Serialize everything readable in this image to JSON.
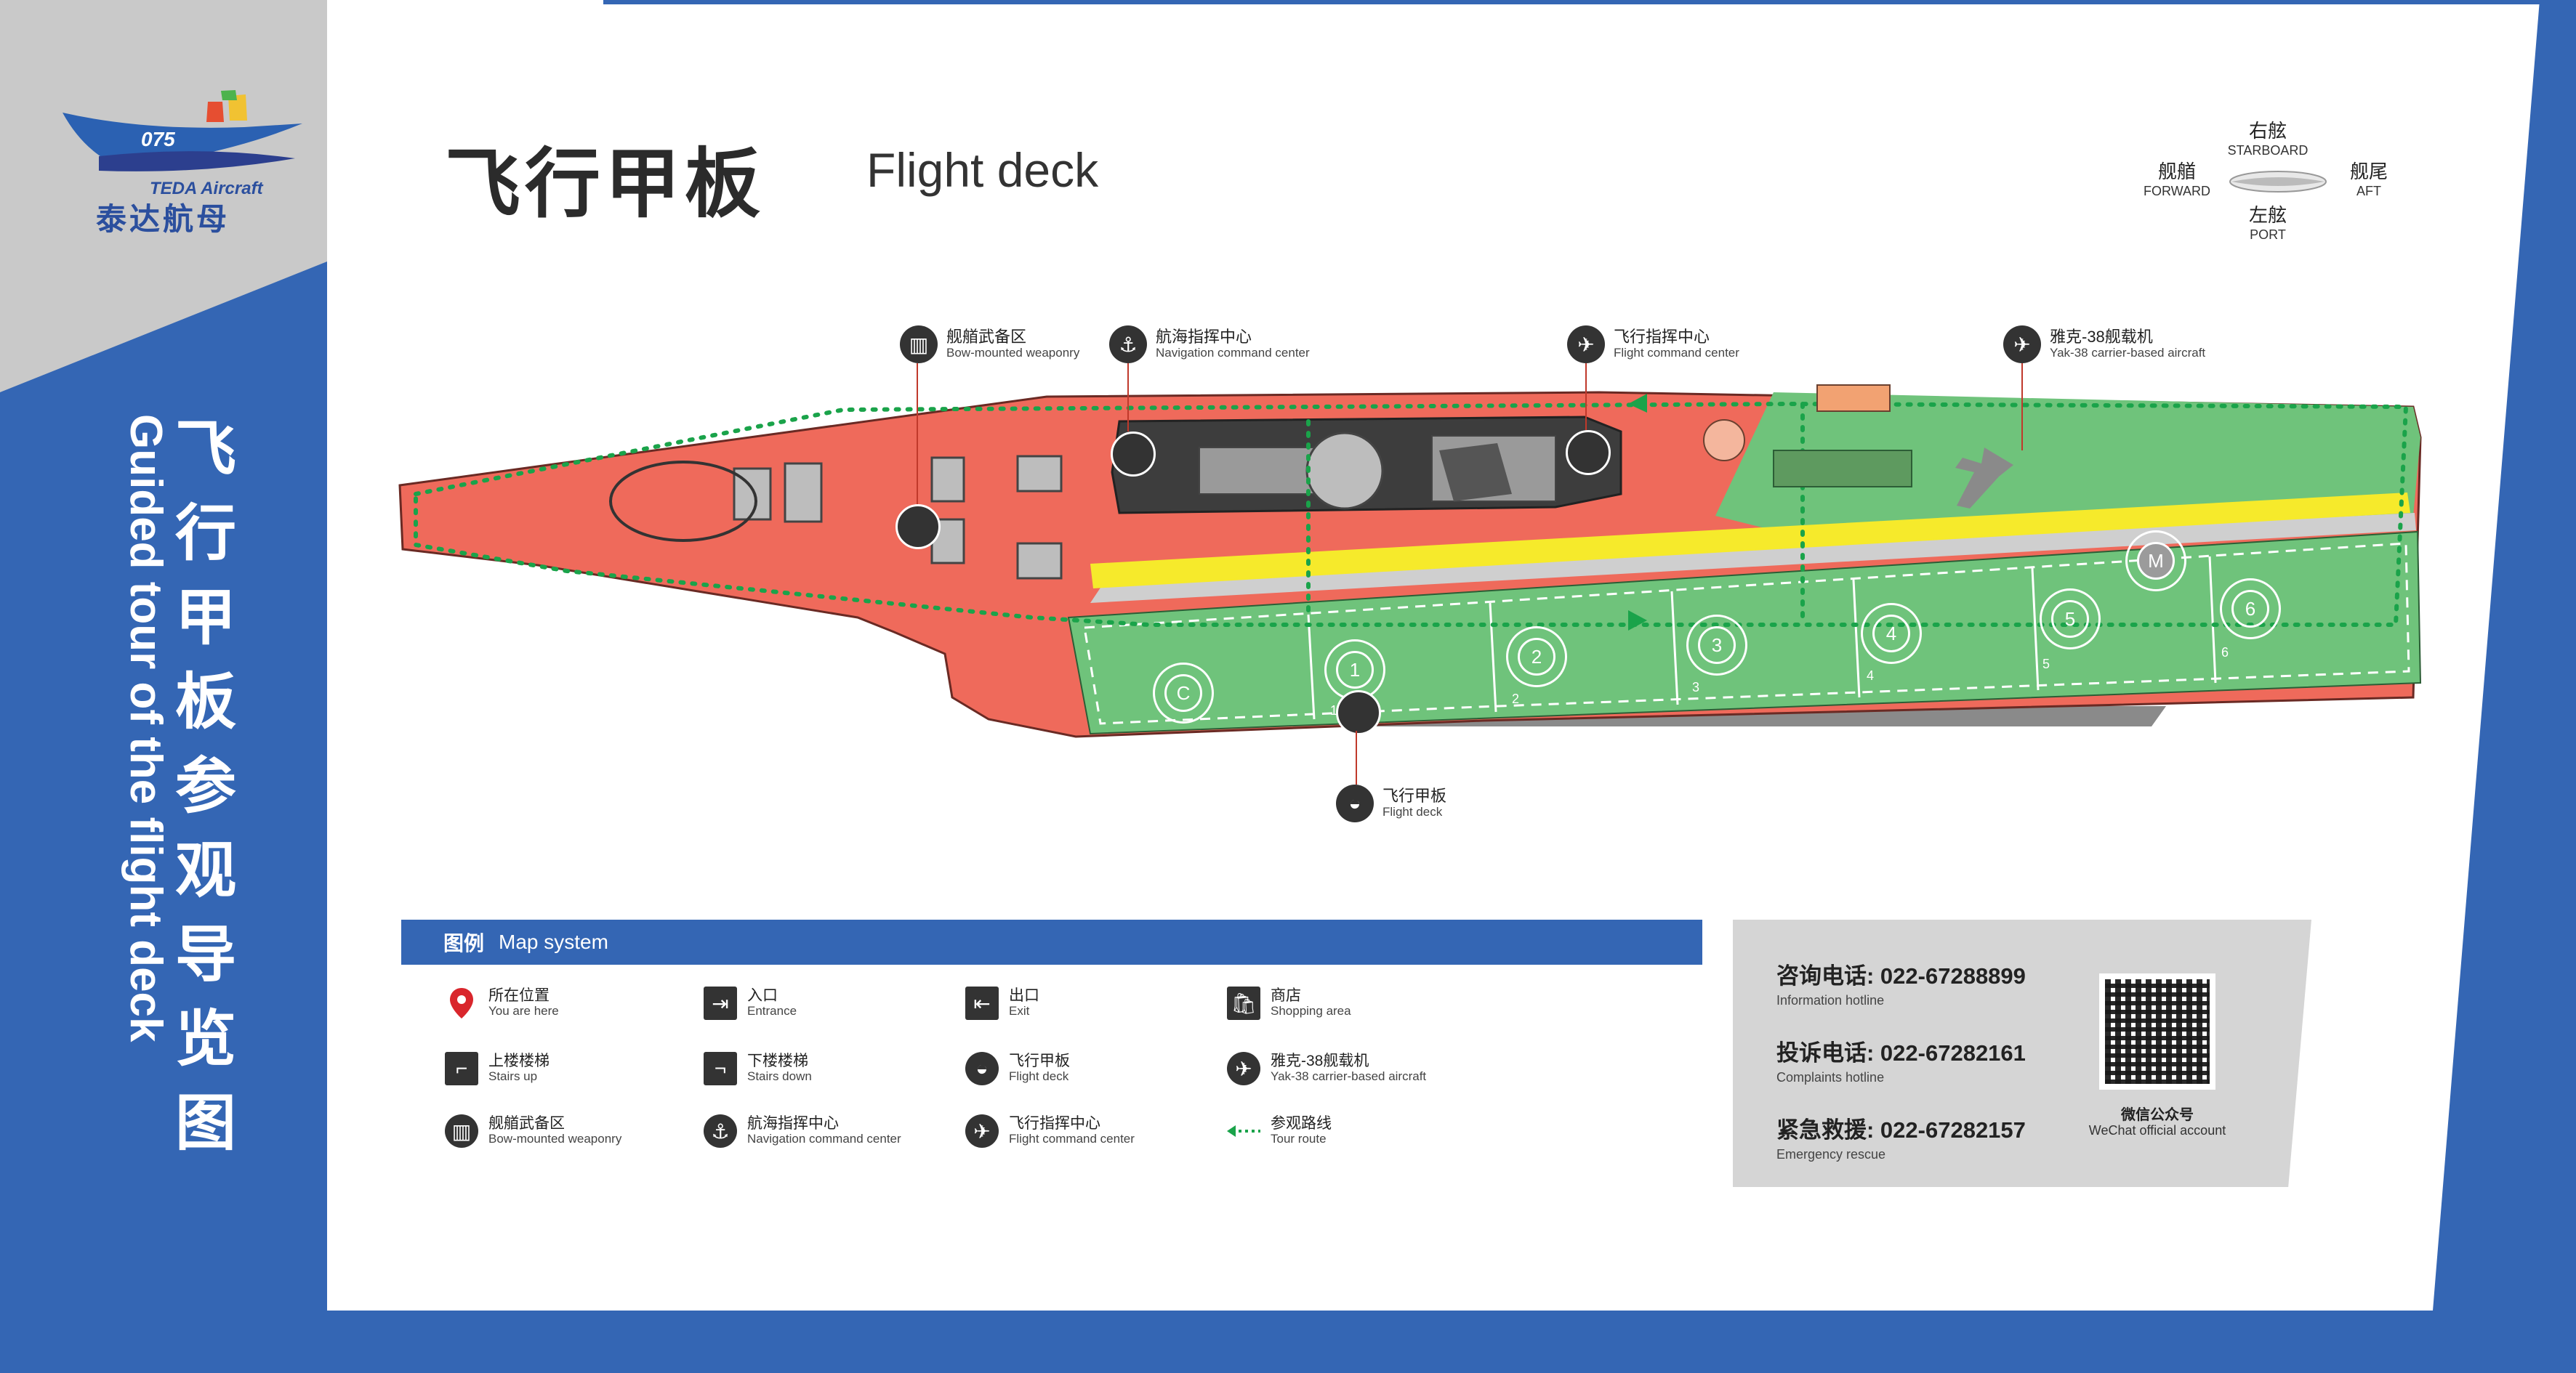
{
  "brand": {
    "number": "075",
    "name_en": "TEDA Aircraft",
    "name_zh": "泰达航母"
  },
  "header": {
    "title_zh": "飞行甲板",
    "title_en": "Flight deck"
  },
  "side_banner": {
    "title_zh": [
      "飞",
      "行",
      "甲",
      "板",
      "参",
      "观",
      "导",
      "览",
      "图"
    ],
    "title_en": "Guided tour of the flight deck"
  },
  "compass": {
    "starboard_zh": "右舷",
    "starboard_en": "STARBOARD",
    "port_zh": "左舷",
    "port_en": "PORT",
    "forward_zh": "舰艏",
    "forward_en": "FORWARD",
    "aft_zh": "舰尾",
    "aft_en": "AFT"
  },
  "callouts": {
    "weaponry": {
      "zh": "舰艏武备区",
      "en": "Bow-mounted weaponry"
    },
    "navigation": {
      "zh": "航海指挥中心",
      "en": "Navigation command center"
    },
    "flight_command": {
      "zh": "飞行指挥中心",
      "en": "Flight command center"
    },
    "yak38": {
      "zh": "雅克-38舰载机",
      "en": "Yak-38 carrier-based aircraft"
    },
    "flight_deck": {
      "zh": "飞行甲板",
      "en": "Flight deck"
    }
  },
  "deck_markings": {
    "spots": [
      "C",
      "1",
      "2",
      "3",
      "4",
      "5",
      "6",
      "M"
    ],
    "lane_numbers": [
      "1",
      "2",
      "3",
      "4",
      "5",
      "6"
    ]
  },
  "legend": {
    "header_zh": "图例",
    "header_en": "Map system",
    "items": [
      {
        "zh": "所在位置",
        "en": "You are here",
        "icon": "location-pin-icon"
      },
      {
        "zh": "入口",
        "en": "Entrance",
        "icon": "entrance-icon"
      },
      {
        "zh": "出口",
        "en": "Exit",
        "icon": "exit-icon"
      },
      {
        "zh": "商店",
        "en": "Shopping area",
        "icon": "shop-icon"
      },
      {
        "zh": "上楼楼梯",
        "en": "Stairs up",
        "icon": "stairs-up-icon"
      },
      {
        "zh": "下楼楼梯",
        "en": "Stairs down",
        "icon": "stairs-down-icon"
      },
      {
        "zh": "飞行甲板",
        "en": "Flight deck",
        "icon": "flight-deck-icon"
      },
      {
        "zh": "雅克-38舰载机",
        "en": "Yak-38 carrier-based aircraft",
        "icon": "jet-icon"
      },
      {
        "zh": "舰艏武备区",
        "en": "Bow-mounted weaponry",
        "icon": "weaponry-icon"
      },
      {
        "zh": "航海指挥中心",
        "en": "Navigation command center",
        "icon": "captain-icon"
      },
      {
        "zh": "飞行指挥中心",
        "en": "Flight command center",
        "icon": "airplane-icon"
      },
      {
        "zh": "参观路线",
        "en": "Tour route",
        "icon": "tour-route-icon"
      }
    ]
  },
  "contacts": [
    {
      "label": "咨询电话: 022-67288899",
      "en": "Information hotline"
    },
    {
      "label": "投诉电话: 022-67282161",
      "en": "Complaints hotline"
    },
    {
      "label": "紧急救援: 022-67282157",
      "en": "Emergency rescue"
    }
  ],
  "wechat": {
    "zh": "微信公众号",
    "en": "WeChat official account"
  },
  "colors": {
    "brand_blue": "#3466b4",
    "deck_red": "#ef6a5b",
    "deck_green": "#6fc37b",
    "tour_route": "#1aa34a",
    "yellow_lane": "#f6ea2b"
  }
}
